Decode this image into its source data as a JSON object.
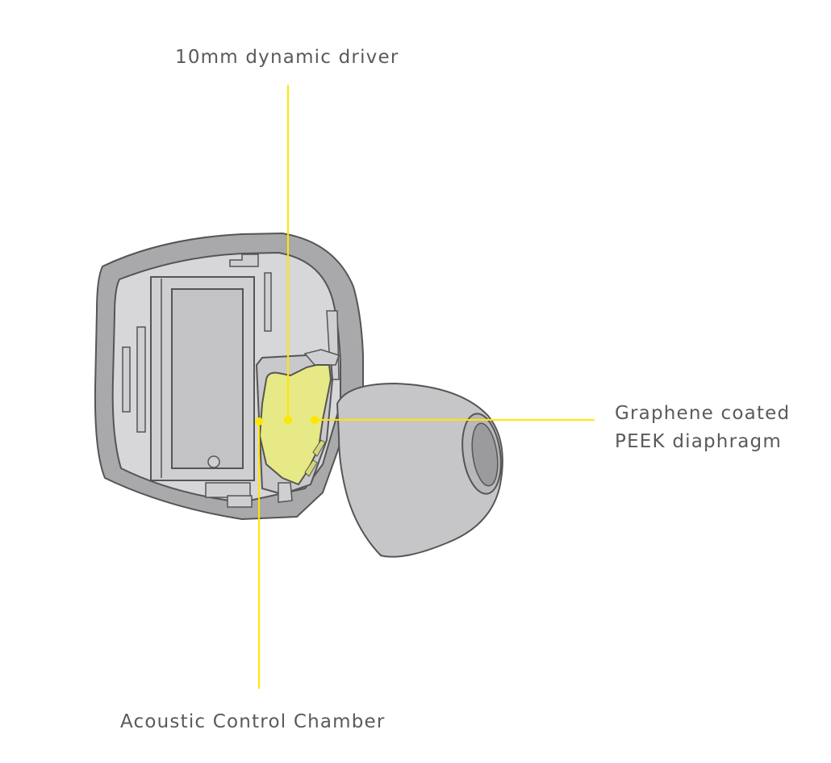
{
  "callouts": {
    "driver": "10mm dynamic driver",
    "diaphragm_line1": "Graphene coated",
    "diaphragm_line2": "PEEK diaphragm",
    "chamber": "Acoustic Control Chamber"
  },
  "colors": {
    "callout_line": "#ffe600",
    "highlight_fill": "#e6e985",
    "shell": "#a9a9ab",
    "interior": "#d7d7d9",
    "outline": "#555555",
    "eartip": "#c6c6c8",
    "label_text": "#5a5a5a"
  },
  "icons": {
    "driver_marker": "yellow-dot",
    "diaphragm_marker": "yellow-dot",
    "chamber_marker": "yellow-dot"
  }
}
